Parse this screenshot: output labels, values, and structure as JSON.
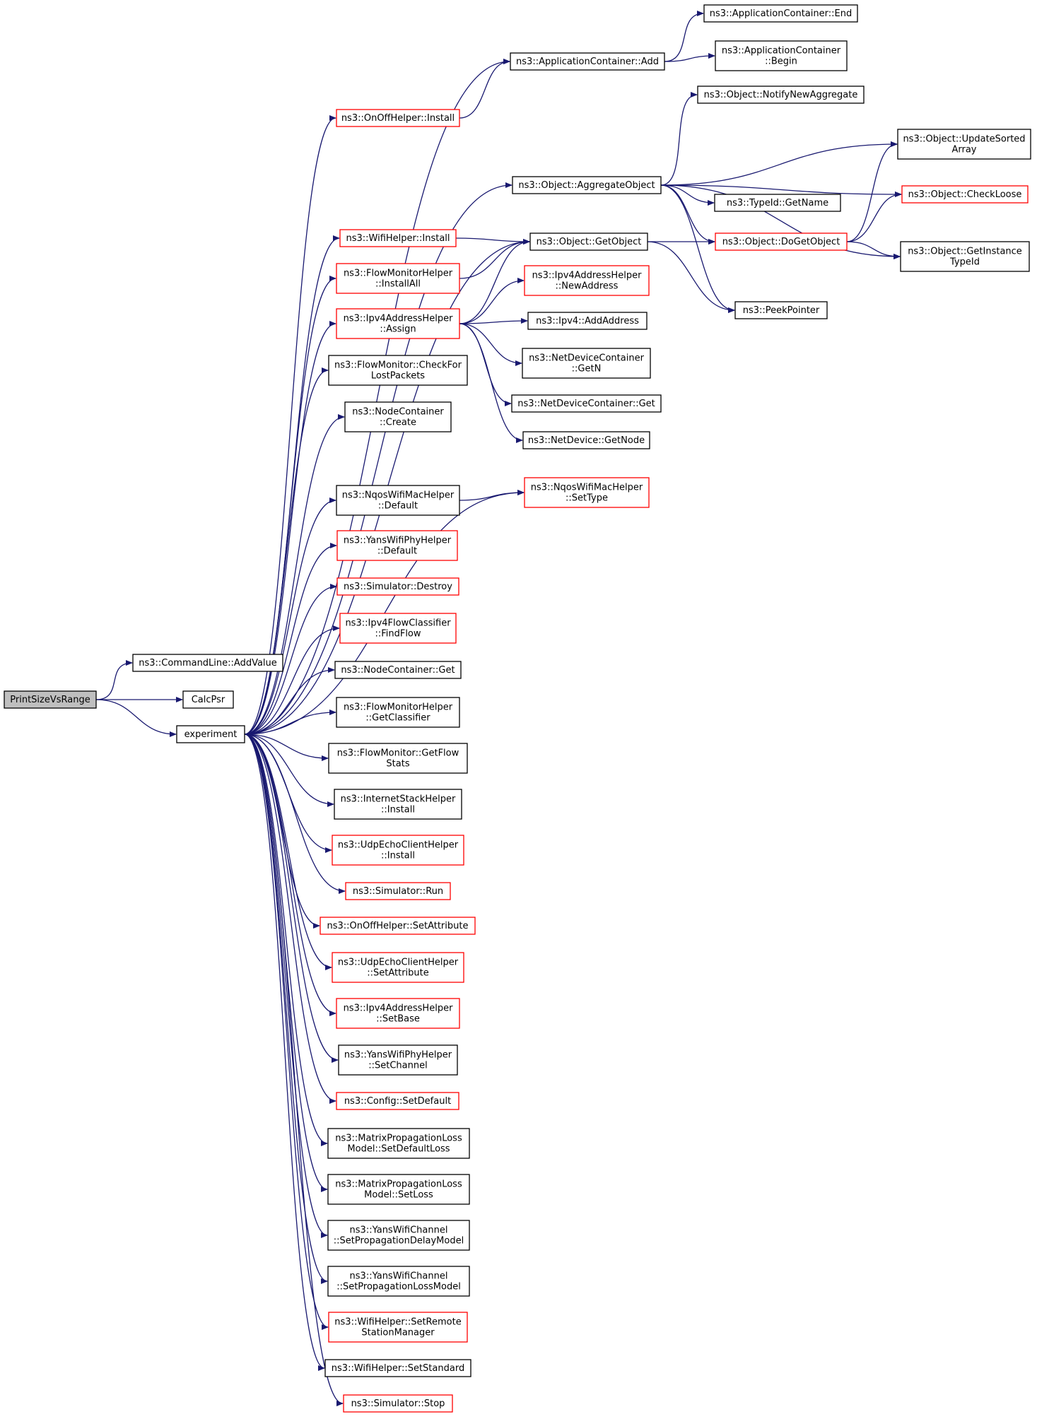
{
  "colors": {
    "edge": "#191970",
    "box_black": "#000000",
    "box_red": "#ff0000",
    "root_fill": "#bfbfbf",
    "node_fill": "#ffffff"
  },
  "nodes": [
    {
      "id": "root",
      "lines": [
        "PrintSizeVsRange"
      ],
      "style": "root"
    },
    {
      "id": "addvalue",
      "lines": [
        "ns3::CommandLine::AddValue"
      ],
      "style": "black"
    },
    {
      "id": "calcpsr",
      "lines": [
        "CalcPsr"
      ],
      "style": "black"
    },
    {
      "id": "experiment",
      "lines": [
        "experiment"
      ],
      "style": "black"
    },
    {
      "id": "appadd",
      "lines": [
        "ns3::ApplicationContainer::Add"
      ],
      "style": "black"
    },
    {
      "id": "append",
      "lines": [
        "ns3::ApplicationContainer::End"
      ],
      "style": "black"
    },
    {
      "id": "appbegin",
      "lines": [
        "ns3::ApplicationContainer",
        "::Begin"
      ],
      "style": "black"
    },
    {
      "id": "onoffinstall",
      "lines": [
        "ns3::OnOffHelper::Install"
      ],
      "style": "red"
    },
    {
      "id": "notifynewaggr",
      "lines": [
        "ns3::Object::NotifyNewAggregate"
      ],
      "style": "black"
    },
    {
      "id": "aggregate",
      "lines": [
        "ns3::Object::AggregateObject"
      ],
      "style": "black"
    },
    {
      "id": "updatesorted",
      "lines": [
        "ns3::Object::UpdateSorted",
        "Array"
      ],
      "style": "black"
    },
    {
      "id": "checkloose",
      "lines": [
        "ns3::Object::CheckLoose"
      ],
      "style": "red"
    },
    {
      "id": "gettypename",
      "lines": [
        "ns3::TypeId::GetName"
      ],
      "style": "black"
    },
    {
      "id": "wifiinstall",
      "lines": [
        "ns3::WifiHelper::Install"
      ],
      "style": "red"
    },
    {
      "id": "getobject",
      "lines": [
        "ns3::Object::GetObject"
      ],
      "style": "black"
    },
    {
      "id": "dogetobject",
      "lines": [
        "ns3::Object::DoGetObject"
      ],
      "style": "red"
    },
    {
      "id": "getinstancetypeid",
      "lines": [
        "ns3::Object::GetInstance",
        "TypeId"
      ],
      "style": "black"
    },
    {
      "id": "fmhinstallall",
      "lines": [
        "ns3::FlowMonitorHelper",
        "::InstallAll"
      ],
      "style": "red"
    },
    {
      "id": "ipv4newaddress",
      "lines": [
        "ns3::Ipv4AddressHelper",
        "::NewAddress"
      ],
      "style": "red"
    },
    {
      "id": "peekpointer",
      "lines": [
        "ns3::PeekPointer"
      ],
      "style": "black"
    },
    {
      "id": "ipv4assign",
      "lines": [
        "ns3::Ipv4AddressHelper",
        "::Assign"
      ],
      "style": "red"
    },
    {
      "id": "ipv4addaddress",
      "lines": [
        "ns3::Ipv4::AddAddress"
      ],
      "style": "black"
    },
    {
      "id": "ndcgetn",
      "lines": [
        "ns3::NetDeviceContainer",
        "::GetN"
      ],
      "style": "black"
    },
    {
      "id": "checklost",
      "lines": [
        "ns3::FlowMonitor::CheckFor",
        "LostPackets"
      ],
      "style": "black"
    },
    {
      "id": "ndcget",
      "lines": [
        "ns3::NetDeviceContainer::Get"
      ],
      "style": "black"
    },
    {
      "id": "ncreate",
      "lines": [
        "ns3::NodeContainer",
        "::Create"
      ],
      "style": "black"
    },
    {
      "id": "ndgetnode",
      "lines": [
        "ns3::NetDevice::GetNode"
      ],
      "style": "black"
    },
    {
      "id": "nqosdefault",
      "lines": [
        "ns3::NqosWifiMacHelper",
        "::Default"
      ],
      "style": "black"
    },
    {
      "id": "nqossettype",
      "lines": [
        "ns3::NqosWifiMacHelper",
        "::SetType"
      ],
      "style": "red"
    },
    {
      "id": "yansphydefault",
      "lines": [
        "ns3::YansWifiPhyHelper",
        "::Default"
      ],
      "style": "red"
    },
    {
      "id": "simdestroy",
      "lines": [
        "ns3::Simulator::Destroy"
      ],
      "style": "red"
    },
    {
      "id": "findflow",
      "lines": [
        "ns3::Ipv4FlowClassifier",
        "::FindFlow"
      ],
      "style": "red"
    },
    {
      "id": "ncget",
      "lines": [
        "ns3::NodeContainer::Get"
      ],
      "style": "black"
    },
    {
      "id": "getclassifier",
      "lines": [
        "ns3::FlowMonitorHelper",
        "::GetClassifier"
      ],
      "style": "black"
    },
    {
      "id": "getflowstats",
      "lines": [
        "ns3::FlowMonitor::GetFlow",
        "Stats"
      ],
      "style": "black"
    },
    {
      "id": "ishinstall",
      "lines": [
        "ns3::InternetStackHelper",
        "::Install"
      ],
      "style": "black"
    },
    {
      "id": "udpinstall",
      "lines": [
        "ns3::UdpEchoClientHelper",
        "::Install"
      ],
      "style": "red"
    },
    {
      "id": "simrun",
      "lines": [
        "ns3::Simulator::Run"
      ],
      "style": "red"
    },
    {
      "id": "onoffsetattr",
      "lines": [
        "ns3::OnOffHelper::SetAttribute"
      ],
      "style": "red"
    },
    {
      "id": "udpsetattr",
      "lines": [
        "ns3::UdpEchoClientHelper",
        "::SetAttribute"
      ],
      "style": "red"
    },
    {
      "id": "ipv4setbase",
      "lines": [
        "ns3::Ipv4AddressHelper",
        "::SetBase"
      ],
      "style": "red"
    },
    {
      "id": "yanssetchannel",
      "lines": [
        "ns3::YansWifiPhyHelper",
        "::SetChannel"
      ],
      "style": "black"
    },
    {
      "id": "configsetdefault",
      "lines": [
        "ns3::Config::SetDefault"
      ],
      "style": "red"
    },
    {
      "id": "matrixsetdefaultloss",
      "lines": [
        "ns3::MatrixPropagationLoss",
        "Model::SetDefaultLoss"
      ],
      "style": "black"
    },
    {
      "id": "matrixsetloss",
      "lines": [
        "ns3::MatrixPropagationLoss",
        "Model::SetLoss"
      ],
      "style": "black"
    },
    {
      "id": "setpropdelay",
      "lines": [
        "ns3::YansWifiChannel",
        "::SetPropagationDelayModel"
      ],
      "style": "black"
    },
    {
      "id": "setproploss",
      "lines": [
        "ns3::YansWifiChannel",
        "::SetPropagationLossModel"
      ],
      "style": "black"
    },
    {
      "id": "setremote",
      "lines": [
        "ns3::WifiHelper::SetRemote",
        "StationManager"
      ],
      "style": "red"
    },
    {
      "id": "setstandard",
      "lines": [
        "ns3::WifiHelper::SetStandard"
      ],
      "style": "black"
    },
    {
      "id": "simstop",
      "lines": [
        "ns3::Simulator::Stop"
      ],
      "style": "red"
    }
  ],
  "edges": [
    [
      "root",
      "addvalue"
    ],
    [
      "root",
      "calcpsr"
    ],
    [
      "root",
      "experiment"
    ],
    [
      "experiment",
      "appadd"
    ],
    [
      "experiment",
      "onoffinstall"
    ],
    [
      "experiment",
      "aggregate"
    ],
    [
      "experiment",
      "getobject"
    ],
    [
      "experiment",
      "wifiinstall"
    ],
    [
      "experiment",
      "fmhinstallall"
    ],
    [
      "experiment",
      "ipv4assign"
    ],
    [
      "experiment",
      "checklost"
    ],
    [
      "experiment",
      "ncreate"
    ],
    [
      "experiment",
      "nqossettype"
    ],
    [
      "experiment",
      "nqosdefault"
    ],
    [
      "experiment",
      "yansphydefault"
    ],
    [
      "experiment",
      "simdestroy"
    ],
    [
      "experiment",
      "findflow"
    ],
    [
      "experiment",
      "ncget"
    ],
    [
      "experiment",
      "getclassifier"
    ],
    [
      "experiment",
      "getflowstats"
    ],
    [
      "experiment",
      "ishinstall"
    ],
    [
      "experiment",
      "udpinstall"
    ],
    [
      "experiment",
      "simrun"
    ],
    [
      "experiment",
      "onoffsetattr"
    ],
    [
      "experiment",
      "udpsetattr"
    ],
    [
      "experiment",
      "ipv4setbase"
    ],
    [
      "experiment",
      "yanssetchannel"
    ],
    [
      "experiment",
      "configsetdefault"
    ],
    [
      "experiment",
      "matrixsetdefaultloss"
    ],
    [
      "experiment",
      "matrixsetloss"
    ],
    [
      "experiment",
      "setpropdelay"
    ],
    [
      "experiment",
      "setproploss"
    ],
    [
      "experiment",
      "setremote"
    ],
    [
      "experiment",
      "setstandard"
    ],
    [
      "experiment",
      "simstop"
    ],
    [
      "appadd",
      "append"
    ],
    [
      "appadd",
      "appbegin"
    ],
    [
      "onoffinstall",
      "appadd"
    ],
    [
      "aggregate",
      "notifynewaggr"
    ],
    [
      "aggregate",
      "updatesorted"
    ],
    [
      "aggregate",
      "checkloose"
    ],
    [
      "aggregate",
      "gettypename"
    ],
    [
      "aggregate",
      "dogetobject"
    ],
    [
      "aggregate",
      "getinstancetypeid"
    ],
    [
      "aggregate",
      "peekpointer"
    ],
    [
      "wifiinstall",
      "getobject"
    ],
    [
      "fmhinstallall",
      "getobject"
    ],
    [
      "getobject",
      "dogetobject"
    ],
    [
      "getobject",
      "peekpointer"
    ],
    [
      "dogetobject",
      "updatesorted"
    ],
    [
      "dogetobject",
      "checkloose"
    ],
    [
      "dogetobject",
      "getinstancetypeid"
    ],
    [
      "ipv4assign",
      "getobject"
    ],
    [
      "ipv4assign",
      "ipv4newaddress"
    ],
    [
      "ipv4assign",
      "ipv4addaddress"
    ],
    [
      "ipv4assign",
      "ndcgetn"
    ],
    [
      "ipv4assign",
      "ndcget"
    ],
    [
      "ipv4assign",
      "ndgetnode"
    ],
    [
      "nqosdefault",
      "nqossettype"
    ]
  ]
}
